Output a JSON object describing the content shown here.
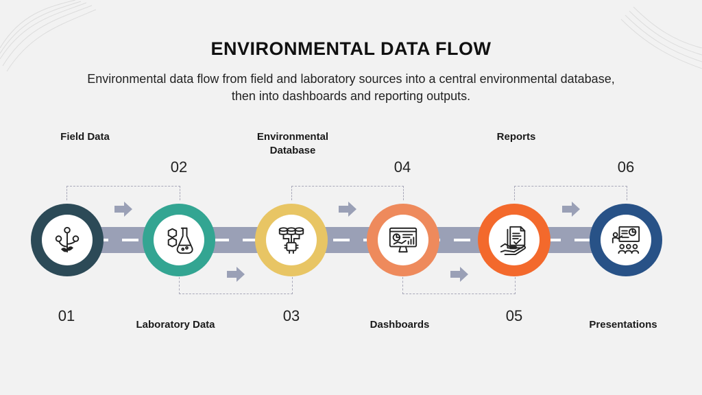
{
  "header": {
    "title": "ENVIRONMENTAL DATA FLOW",
    "subtitle": "Environmental data flow from field and laboratory sources into a central environmental database, then into dashboards and reporting outputs."
  },
  "steps": [
    {
      "number": "01",
      "label": "Field Data",
      "color": "#2c4a57",
      "icon": "plant-network-icon"
    },
    {
      "number": "02",
      "label": "Laboratory Data",
      "color": "#33a592",
      "icon": "lab-flask-icon"
    },
    {
      "number": "03",
      "label": "Environmental Database",
      "color": "#e8c564",
      "icon": "database-chip-icon"
    },
    {
      "number": "04",
      "label": "Dashboards",
      "color": "#ee8a5c",
      "icon": "dashboard-monitor-icon"
    },
    {
      "number": "05",
      "label": "Reports",
      "color": "#f3692c",
      "icon": "report-hand-icon"
    },
    {
      "number": "06",
      "label": "Presentations",
      "color": "#285287",
      "icon": "presentation-board-icon"
    }
  ],
  "colors": {
    "road": "#9aa0b6",
    "arrow": "#9aa0b6",
    "background": "#f2f2f2"
  }
}
